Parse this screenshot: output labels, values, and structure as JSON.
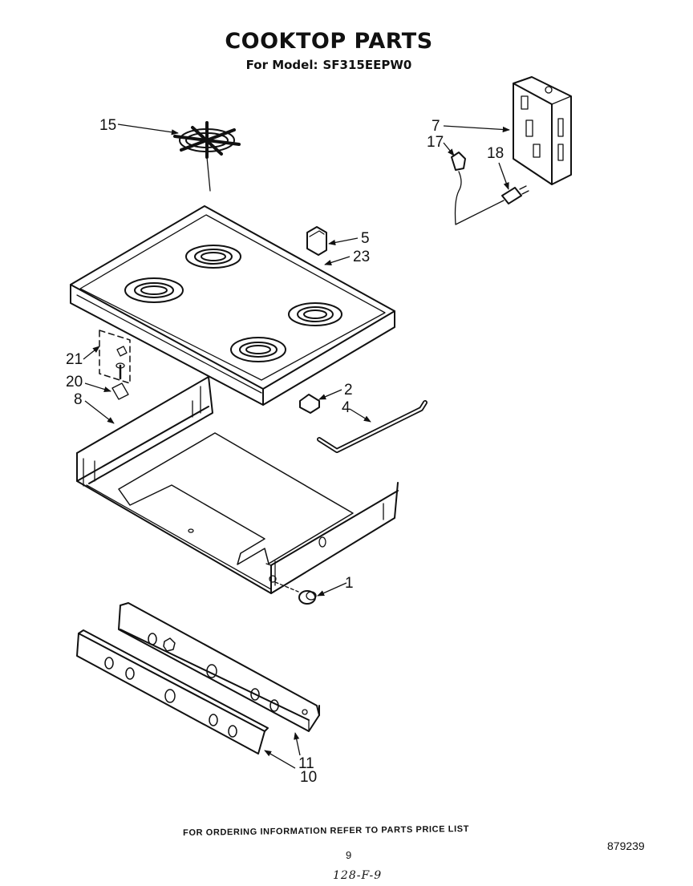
{
  "header": {
    "title": "COOKTOP PARTS",
    "model_prefix": "For Model:",
    "model": "SF315EEPW0"
  },
  "callouts": [
    "15",
    "7",
    "17",
    "18",
    "5",
    "23",
    "21",
    "20",
    "8",
    "2",
    "4",
    "1",
    "11",
    "10"
  ],
  "footer": {
    "ordering_note": "FOR ORDERING INFORMATION REFER TO PARTS PRICE LIST",
    "page_number": "9",
    "diagram_code": "879239",
    "handwritten_note": "128-F-9"
  }
}
